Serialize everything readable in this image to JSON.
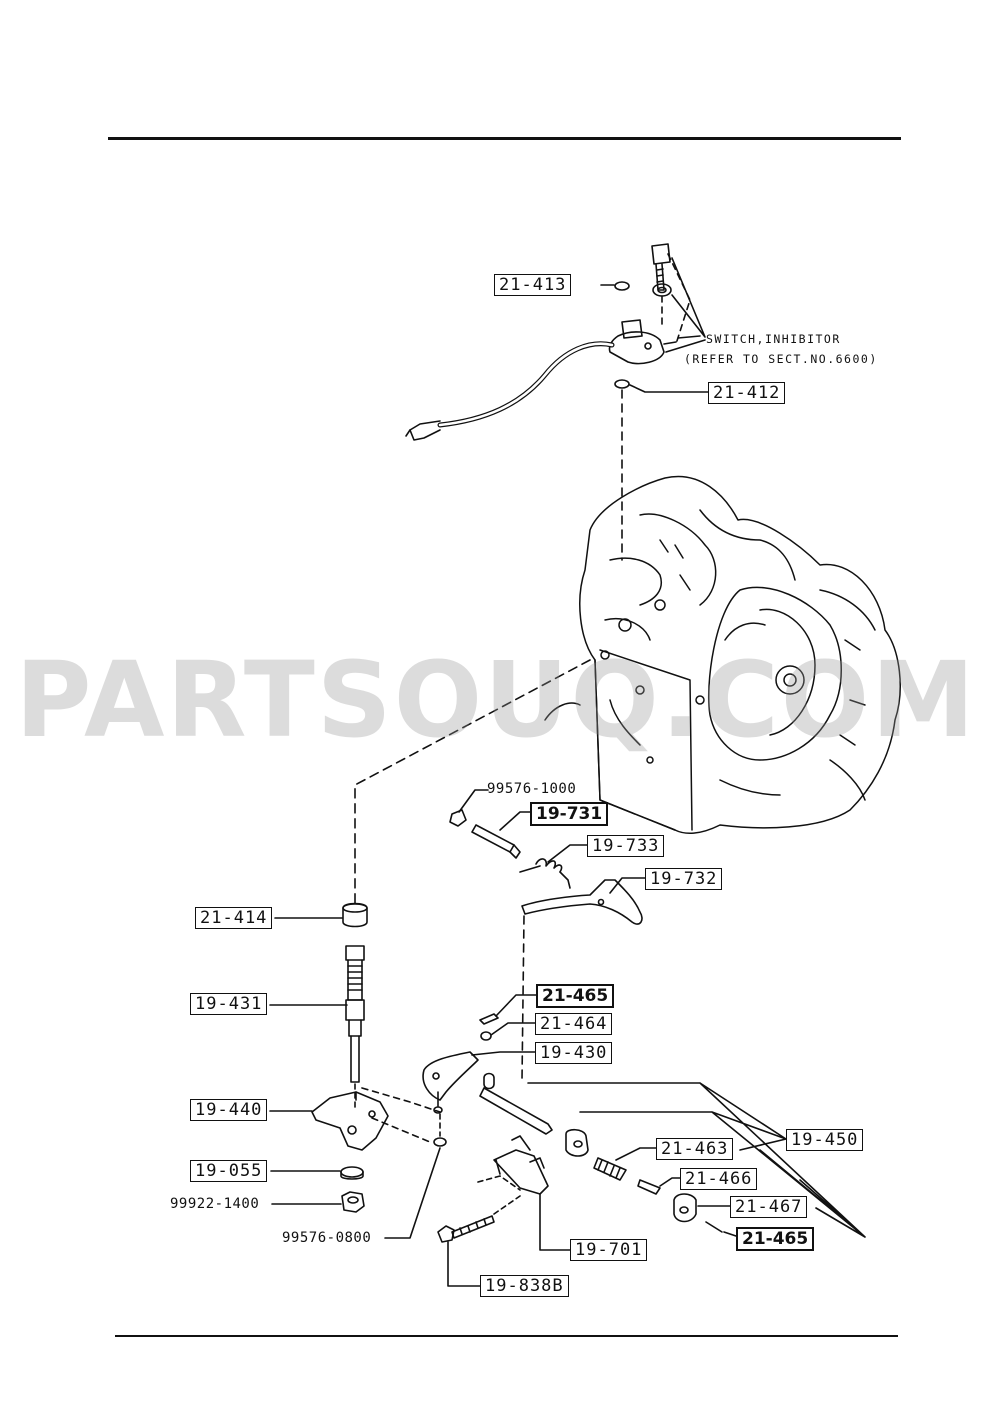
{
  "notes": {
    "switch_line1": "SWITCH,INHIBITOR",
    "switch_line2": "(REFER TO SECT.NO.6600)"
  },
  "watermark": "PARTSOUQ.COM",
  "parts": {
    "p21_413": "21-413",
    "p21_412": "21-412",
    "p99576_1000": "99576-1000",
    "p19_731": "19-731",
    "p19_733": "19-733",
    "p19_732": "19-732",
    "p21_414": "21-414",
    "p19_431": "19-431",
    "p21_465_a": "21-465",
    "p21_464": "21-464",
    "p19_430": "19-430",
    "p19_440": "19-440",
    "p19_450": "19-450",
    "p21_463": "21-463",
    "p21_466": "21-466",
    "p19_055": "19-055",
    "p99922_1400": "99922-1400",
    "p21_467": "21-467",
    "p21_465_b": "21-465",
    "p99576_0800": "99576-0800",
    "p19_701": "19-701",
    "p19_838b": "19-838B"
  }
}
